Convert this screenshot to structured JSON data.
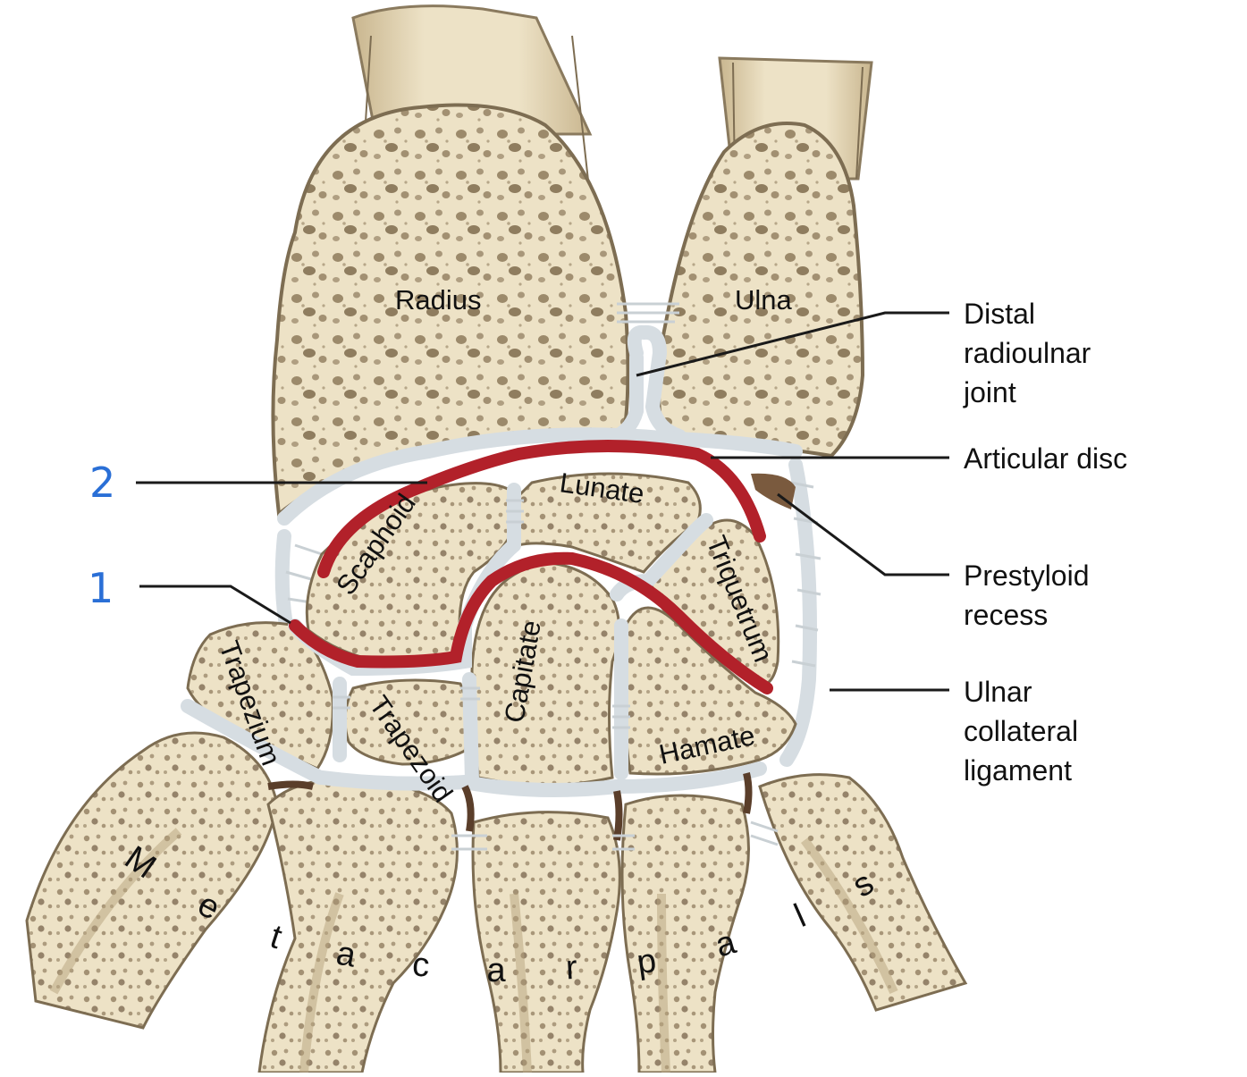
{
  "bones": {
    "radius": "Radius",
    "ulna": "Ulna",
    "scaphoid": "Scaphoid",
    "lunate": "Lunate",
    "triquetrum": "Triquetrum",
    "trapezium": "Trapezium",
    "trapezoid": "Trapezoid",
    "capitate": "Capitate",
    "hamate": "Hamate",
    "metacarpals_letters": [
      "M",
      "e",
      "t",
      "a",
      "c",
      "a",
      "r",
      "p",
      "a",
      "l",
      "s"
    ]
  },
  "callouts": {
    "distal_radioulnar": [
      "Distal",
      "radioulnar",
      "joint"
    ],
    "articular_disc": [
      "Articular disc"
    ],
    "prestyloid": [
      "Prestyloid",
      "recess"
    ],
    "ulnar_collateral": [
      "Ulnar",
      "collateral",
      "ligament"
    ]
  },
  "annotations": {
    "marker_2": "2",
    "marker_1": "1"
  },
  "colors": {
    "bone": "#ede2c6",
    "cartilage": "#d6dde2",
    "joint_red": "#b2212a",
    "annotation_blue": "#2a6fd6"
  }
}
